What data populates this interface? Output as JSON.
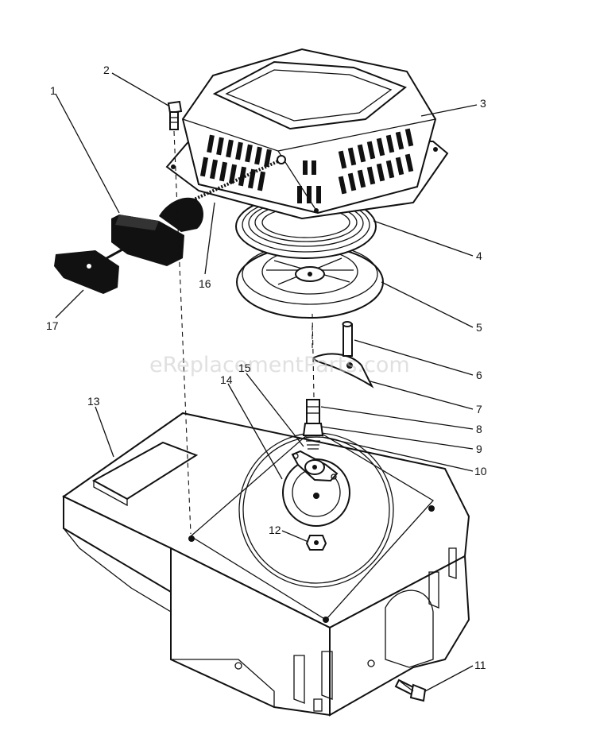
{
  "watermark": "eReplacementParts.com",
  "callouts": [
    {
      "id": "1",
      "label": "1"
    },
    {
      "id": "2",
      "label": "2"
    },
    {
      "id": "3",
      "label": "3"
    },
    {
      "id": "4",
      "label": "4"
    },
    {
      "id": "5",
      "label": "5"
    },
    {
      "id": "6",
      "label": "6"
    },
    {
      "id": "7",
      "label": "7"
    },
    {
      "id": "8",
      "label": "8"
    },
    {
      "id": "9",
      "label": "9"
    },
    {
      "id": "10",
      "label": "10"
    },
    {
      "id": "11",
      "label": "11"
    },
    {
      "id": "12",
      "label": "12"
    },
    {
      "id": "13",
      "label": "13"
    },
    {
      "id": "14",
      "label": "14"
    },
    {
      "id": "15",
      "label": "15"
    },
    {
      "id": "16",
      "label": "16"
    },
    {
      "id": "17",
      "label": "17"
    }
  ]
}
